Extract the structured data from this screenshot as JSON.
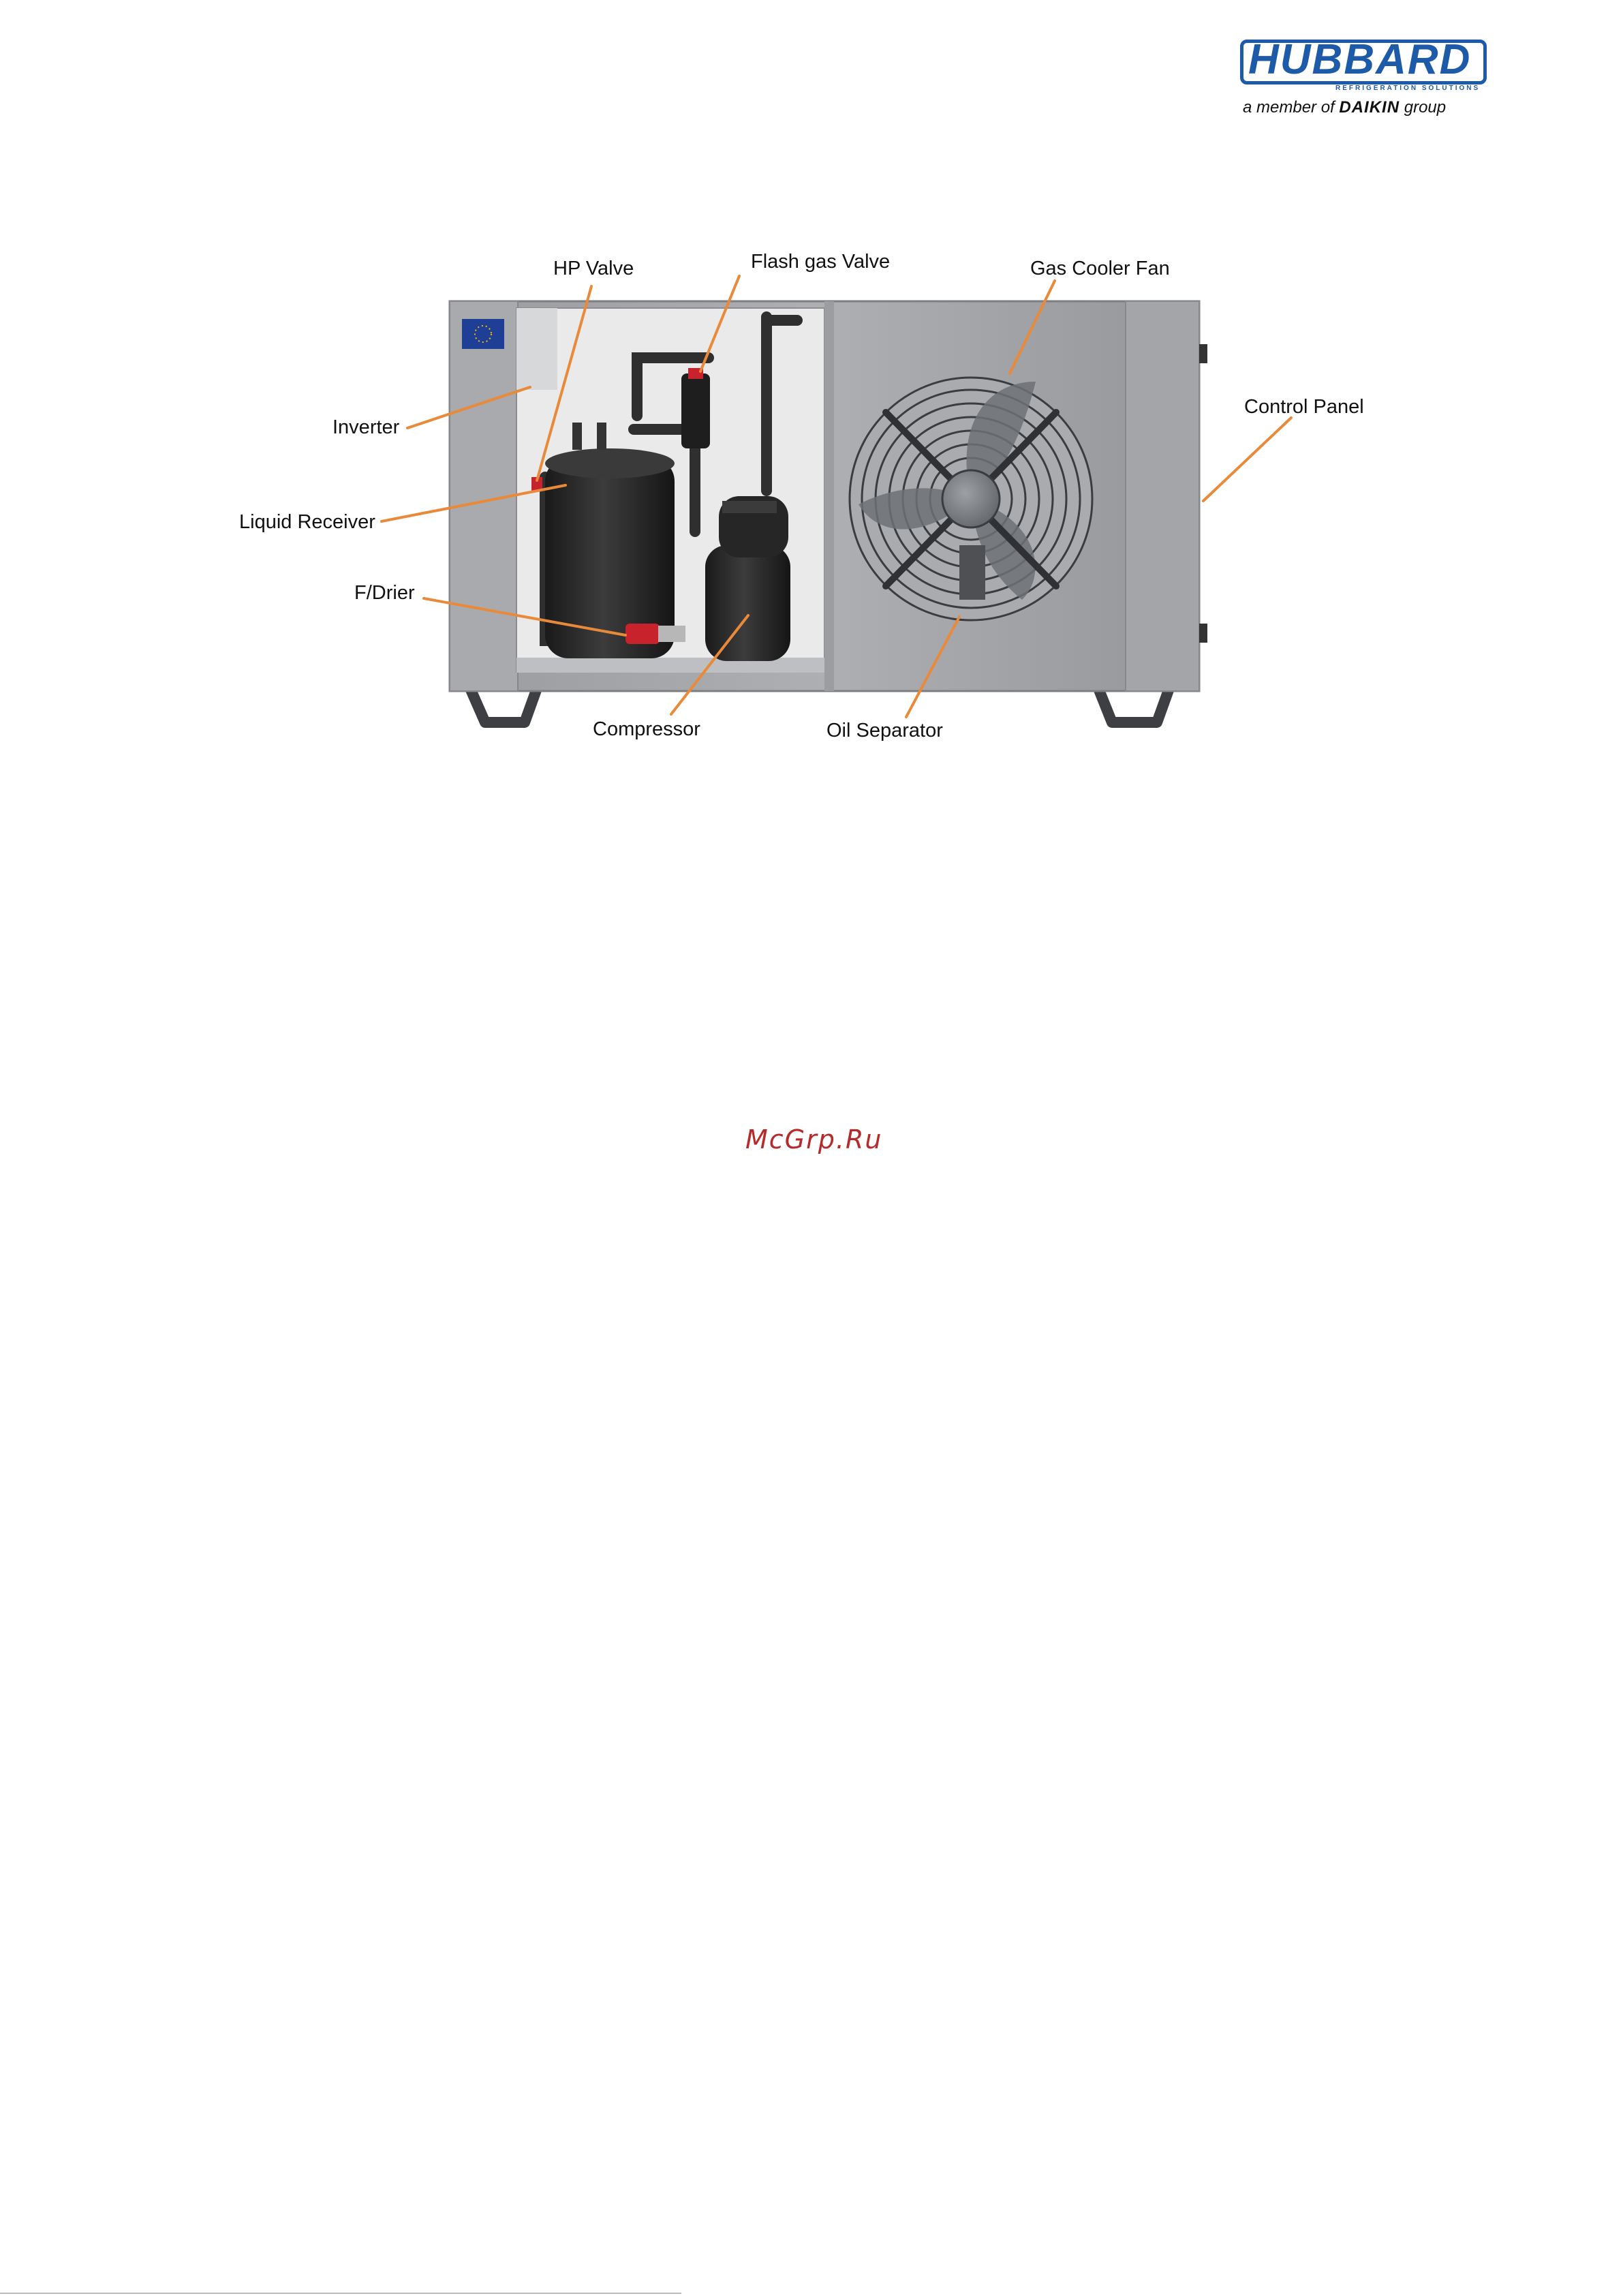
{
  "logo": {
    "brand": "HUBBARD",
    "tagline": "REFRIGERATION SOLUTIONS",
    "member_prefix": "a member of",
    "member_brand": "DAIKIN",
    "member_suffix": "group"
  },
  "figure": {
    "labels": {
      "hp_valve": "HP Valve",
      "flash_gas_valve": "Flash gas Valve",
      "gas_cooler_fan": "Gas Cooler Fan",
      "inverter": "Inverter",
      "control_panel": "Control Panel",
      "liquid_receiver": "Liquid Receiver",
      "f_drier": "F/Drier",
      "compressor": "Compressor",
      "oil_separator": "Oil Separator"
    },
    "colors": {
      "leader_line": "#e98a3a",
      "cabinet": "#a4a6a9",
      "tank": "#2b2b2b",
      "valve": "#c8232c"
    }
  },
  "watermark": "McGrp.Ru"
}
